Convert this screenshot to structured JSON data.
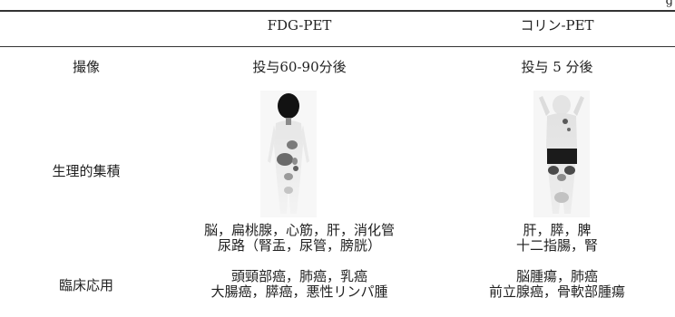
{
  "fragment": "g",
  "header": {
    "col1": "FDG-PET",
    "col2": "コリン-PET"
  },
  "rows": {
    "imaging": {
      "label": "撮像",
      "col1": "投与60-90分後",
      "col2": "投与 5 分後"
    },
    "physio": {
      "label": "生理的集積",
      "col1": [
        "脳，扁桃腺，心筋，肝，消化管",
        "尿路（腎盂，尿管，膀胱）"
      ],
      "col2": [
        "肝，膵，脾",
        "十二指腸，腎"
      ]
    },
    "clinical": {
      "label": "臨床応用",
      "col1": [
        "頭頸部癌，肺癌，乳癌",
        "大腸癌，膵癌，悪性リンパ腫"
      ],
      "col2": [
        "脳腫瘍，肺癌",
        "前立腺癌，骨軟部腫瘍"
      ]
    }
  }
}
